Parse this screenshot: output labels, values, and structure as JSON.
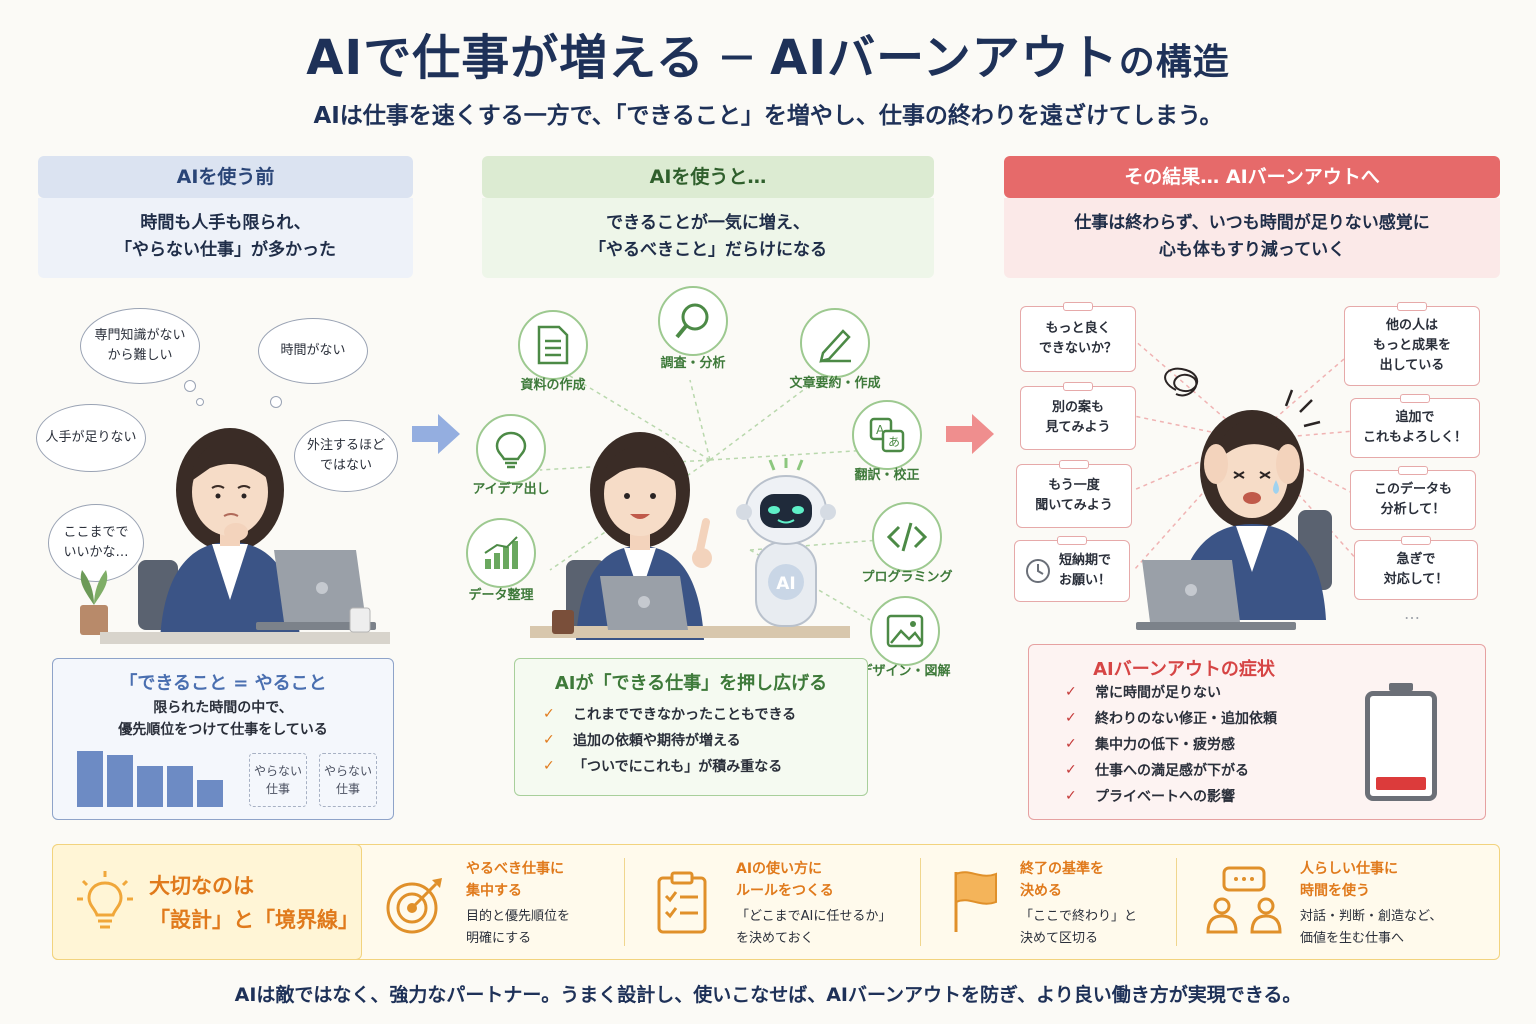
{
  "title": {
    "main": "AIで仕事が増える ─ AIバーンアウト",
    "tail": "の構造"
  },
  "subtitle": "AIは仕事を速くする一方で、「できること」を増やし、仕事の終わりを遠ざけてしまう。",
  "colors": {
    "navy": "#1e3158",
    "blue": "#4a6fb0",
    "green": "#3e7a3a",
    "red": "#d64545",
    "orange": "#e07a1c"
  },
  "before": {
    "header": "AIを使う前",
    "desc_line1": "時間も人手も限られ、",
    "desc_line2": "「やらない仕事」が多かった",
    "bubbles": [
      {
        "l1": "専門知識がない",
        "l2": "から難しい"
      },
      {
        "l1": "時間がない",
        "l2": ""
      },
      {
        "l1": "人手が足りない",
        "l2": ""
      },
      {
        "l1": "外注するほど",
        "l2": "ではない"
      },
      {
        "l1": "ここまでで",
        "l2": "いいかな…"
      }
    ],
    "summary": {
      "title": "「できること = やること",
      "line1": "限られた時間の中で、",
      "line2": "優先順位をつけて仕事をしている",
      "bars": [
        5,
        4.6,
        3.7,
        3.7,
        2.4
      ],
      "skip1": {
        "l1": "やらない",
        "l2": "仕事"
      },
      "skip2": {
        "l1": "やらない",
        "l2": "仕事"
      }
    }
  },
  "during": {
    "header": "AIを使うと…",
    "desc_line1": "できることが一気に増え、",
    "desc_line2": "「やるべきこと」だらけになる",
    "features": [
      {
        "label": "資料の作成",
        "icon": "document-icon"
      },
      {
        "label": "調査・分析",
        "icon": "magnifier-icon"
      },
      {
        "label": "文章要約・作成",
        "icon": "pencil-icon"
      },
      {
        "label": "アイデア出し",
        "icon": "lightbulb-icon"
      },
      {
        "label": "翻訳・校正",
        "icon": "translate-icon"
      },
      {
        "label": "データ整理",
        "icon": "chart-icon"
      },
      {
        "label": "プログラミング",
        "icon": "code-icon"
      },
      {
        "label": "デザイン・図解",
        "icon": "image-icon"
      }
    ],
    "robot_label": "AI",
    "summary": {
      "title": "AIが「できる仕事」を押し広げる",
      "items": [
        "これまでできなかったこともできる",
        "追加の依頼や期待が増える",
        "「ついでにこれも」が積み重なる"
      ]
    }
  },
  "after": {
    "header": "その結果… AIバーンアウトへ",
    "desc_line1": "仕事は終わらず、いつも時間が足りない感覚に",
    "desc_line2": "心も体もすり減っていく",
    "notes_left": [
      {
        "l1": "もっと良く",
        "l2": "できないか？"
      },
      {
        "l1": "別の案も",
        "l2": "見てみよう"
      },
      {
        "l1": "もう一度",
        "l2": "聞いてみよう"
      },
      {
        "l1": "短納期で",
        "l2": "お願い！"
      }
    ],
    "notes_right": [
      {
        "l1": "他の人は",
        "l2": "もっと成果を",
        "l3": "出している"
      },
      {
        "l1": "追加で",
        "l2": "これもよろしく！",
        "l3": ""
      },
      {
        "l1": "このデータも",
        "l2": "分析して！",
        "l3": ""
      },
      {
        "l1": "急ぎで",
        "l2": "対応して！",
        "l3": ""
      }
    ],
    "ellipsis": "…",
    "battery_level": 0.15,
    "summary": {
      "title": "AIバーンアウトの症状",
      "items": [
        "常に時間が足りない",
        "終わりのない修正・追加依頼",
        "集中力の低下・疲労感",
        "仕事への満足感が下がる",
        "プライベートへの影響"
      ]
    }
  },
  "bottom": {
    "lead_line1": "大切なのは",
    "lead_line2": "「設計」と「境界線」",
    "tips": [
      {
        "t1": "やるべき仕事に",
        "t2": "集中する",
        "d1": "目的と優先順位を",
        "d2": "明確にする",
        "icon": "target-icon"
      },
      {
        "t1": "AIの使い方に",
        "t2": "ルールをつくる",
        "d1": "「どこまでAIに任せるか」",
        "d2": "を決めておく",
        "icon": "checklist-icon"
      },
      {
        "t1": "終了の基準を",
        "t2": "決める",
        "d1": "「ここで終わり」と",
        "d2": "決めて区切る",
        "icon": "flag-icon"
      },
      {
        "t1": "人らしい仕事に",
        "t2": "時間を使う",
        "d1": "対話・判断・創造など、",
        "d2": "価値を生む仕事へ",
        "icon": "people-icon"
      }
    ]
  },
  "footer": "AIは敵ではなく、強力なパートナー。うまく設計し、使いこなせば、AIバーンアウトを防ぎ、より良い働き方が実現できる。"
}
